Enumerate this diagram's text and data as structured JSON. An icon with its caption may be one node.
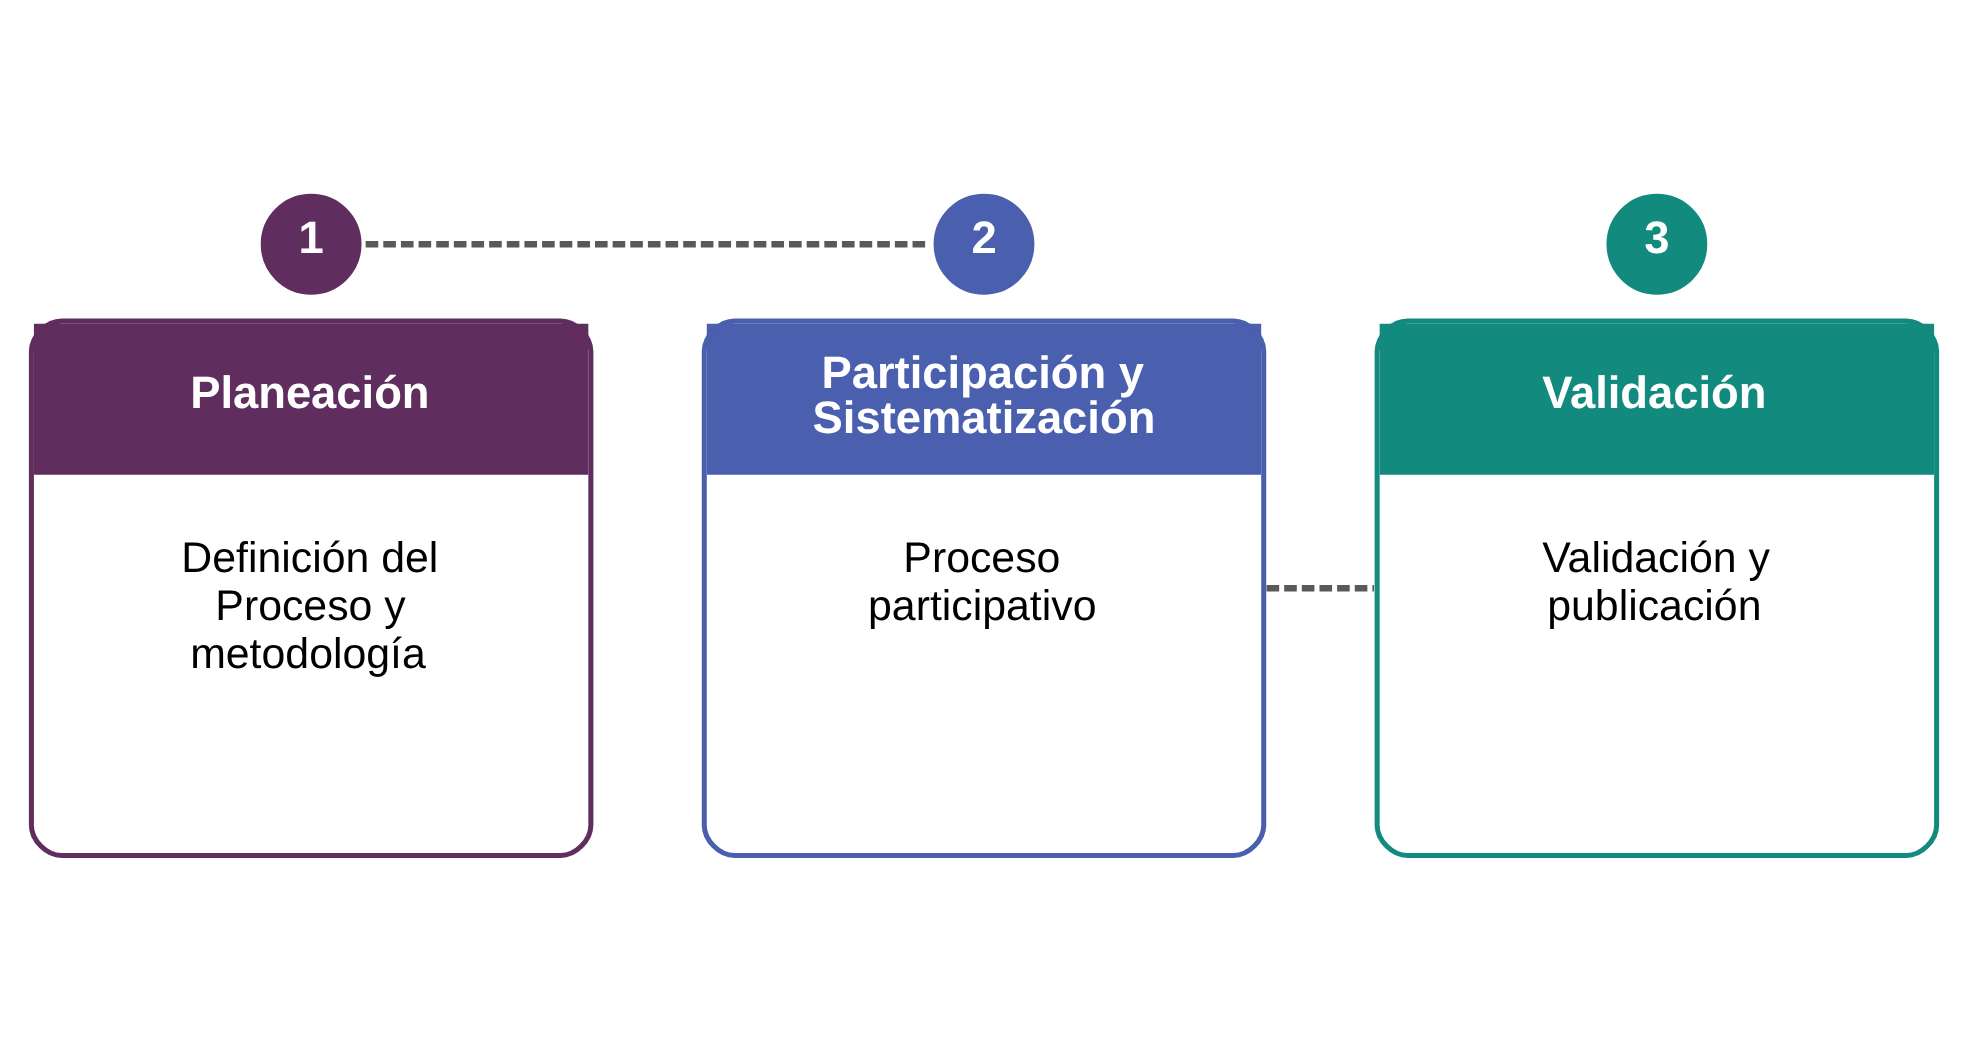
{
  "diagram": {
    "nodes": [
      {
        "text": [
          "1"
        ]
      },
      {
        "text": [
          "Planeación",
          "Definición del Proceso y metodología"
        ]
      },
      {
        "text": [
          "2"
        ]
      },
      {
        "text": [
          "Participación y Sistematización",
          "Proceso participativo"
        ]
      },
      {
        "text": [
          "3"
        ]
      },
      {
        "text": [
          "Validación",
          "Validación y publicación"
        ]
      }
    ],
    "edges": [
      {
        "from": 0,
        "to": 2,
        "arrow": "none",
        "style": "dashed"
      },
      {
        "from": 3,
        "to": 5,
        "arrow": "none",
        "style": "dashed"
      }
    ]
  }
}
